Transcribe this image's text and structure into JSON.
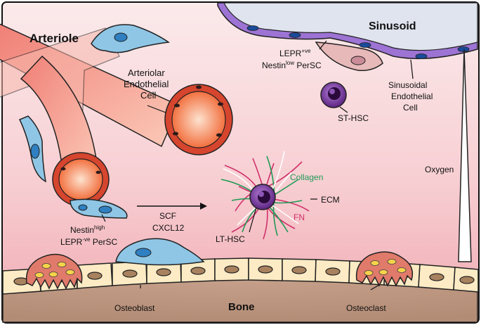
{
  "labels": {
    "arteriole": "Arteriole",
    "arteriolar_endothelial": [
      "Arteriolar",
      "Endothelial",
      "Cell"
    ],
    "sinusoid": "Sinusoid",
    "leprpos_line1_main": "LEPR",
    "leprpos_line1_sup": "+ve",
    "leprpos_line2_main": "Nestin",
    "leprpos_line2_sup": "low",
    "leprpos_line2_tail": " PerSC",
    "sinusoidal_endothelial": [
      "Sinusoidal",
      "Endothelial",
      "Cell"
    ],
    "st_hsc": "ST-HSC",
    "oxygen": "Oxygen",
    "collagen": "Collagen",
    "ecm": "ECM",
    "fn": "FN",
    "lt_hsc": "LT-HSC",
    "nestin_line1_main": "Nestin",
    "nestin_line1_sup": "high",
    "nestin_line2_main": "LEPR",
    "nestin_line2_sup": "-ve",
    "nestin_line2_tail": " PerSC",
    "signals": [
      "SCF",
      "CXCL12"
    ],
    "osteoblast": "Osteoblast",
    "bone": "Bone",
    "osteoclast": "Osteoclast"
  },
  "colors": {
    "background_top": "#fbe9ea",
    "background_bottom": "#f2b3b9",
    "collagen": "#1f9a55",
    "fn": "#d0306a",
    "hsc": "#6a2c8a",
    "sinusoid": "#dfe4ee",
    "sinusoid_cell": "#a07ad6",
    "perisc": "#8fc6e6",
    "bone": "#c9a48f",
    "osteoblast": "#fcebc4"
  }
}
